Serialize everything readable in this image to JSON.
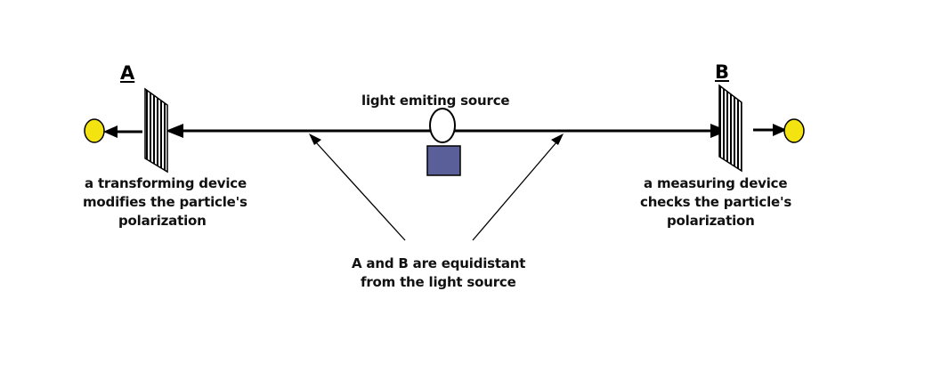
{
  "labels": {
    "point_a": "A",
    "point_b": "B",
    "source": "light emiting source",
    "left_device": {
      "line1": "a transforming device",
      "line2": "modifies the particle's",
      "line3": "polarization"
    },
    "right_device": {
      "line1": "a measuring device",
      "line2": "checks the particle's",
      "line3": "polarization"
    },
    "equidistant_note": {
      "line1": "A and B are equidistant",
      "line2": "from the light source"
    }
  },
  "colors": {
    "particle": "#f2e311",
    "source_box": "#5a5f9a",
    "line": "#000000"
  }
}
